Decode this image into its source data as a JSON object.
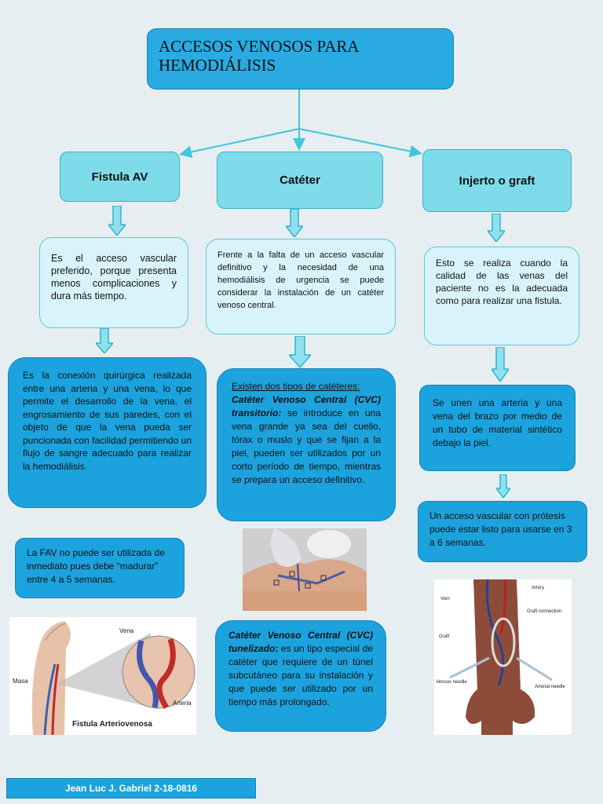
{
  "title": "ACCESOS VENOSOS PARA HEMODIÁLISIS",
  "columns": {
    "fistula": {
      "header": "Fistula AV",
      "desc": "Es el acceso vascular preferido, porque presenta menos complicaciones y dura más tiempo.",
      "detail": "Es la conexión quirúrgica realizada entre una arteria y una vena, lo que permite el desarrollo de la vena, el engrosamiento de sus paredes, con el objeto de que la vena pueda ser puncionada con facilidad permitiendo un flujo de sangre adecuado para realizar la hemodiálisis.",
      "note": "La FAV no puede ser utilizada de inmediato pues debe “madurar” entre 4 a 5 semanas.",
      "image_labels": {
        "vena": "Vena",
        "masa": "Masa",
        "arteria": "Arteria",
        "caption": "Fistula Arteriovenosa"
      }
    },
    "cateter": {
      "header": "Catéter",
      "desc": "Frente a la falta de un acceso vascular definitivo y la necesidad de una hemodiálisis de urgencia se puede considerar la instalación de un catéter venoso central.",
      "types_heading": "Existen dos tipos de catéteres:",
      "transitorio_term": "Catéter Venoso Central (CVC) transitorio:",
      "transitorio_text": " se introduce en una vena grande ya sea del cuello, tórax o muslo y que se fijan a la piel, pueden ser utilizados por un corto período de tiempo, mientras se prepara un acceso definitivo.",
      "tunelizado_term": "Catéter Venoso Central (CVC) tunelizado:",
      "tunelizado_text": " es un tipo especial de catéter que requiere de un túnel subcutáneo para su instalación y que puede ser utilizado por un tiempo más prolongado."
    },
    "injerto": {
      "header": "Injerto o graft",
      "desc": "Esto se realiza cuando la calidad de las venas del paciente no es la adecuada como para realizar una fistula.",
      "detail": "Se unen una arteria y una vena del brazo por medio de un tubo de material sintético debajo la piel.",
      "note": "Un acceso vascular con prótesis puede estar listo para usarse en 3 a 6 semanas.",
      "image_labels": {
        "vein": "Vein",
        "artery": "Artery",
        "graft_connection": "Graft connection",
        "graft": "Graft",
        "venous_needle": "Venous needle",
        "arterial_needle": "Arterial needle"
      }
    }
  },
  "footer": "Jean Luc J. Gabriel 2-18-0816",
  "colors": {
    "background": "#e7eef1",
    "title_box": "#29abe2",
    "header_box": "#7edcea",
    "light_box": "#d8f4fa",
    "dark_box": "#1ca3de",
    "connector": "#3ec6dc"
  }
}
